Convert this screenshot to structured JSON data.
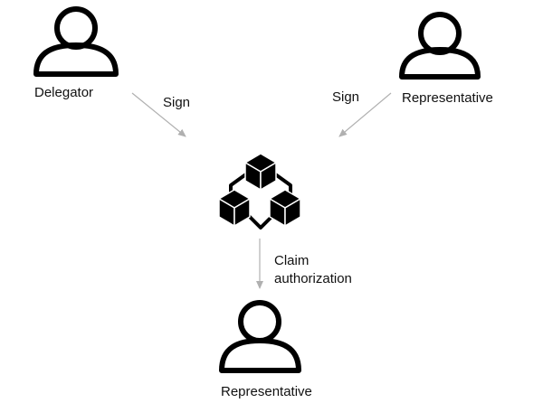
{
  "actors": {
    "delegator": "Delegator",
    "representative_top": "Representative",
    "representative_bottom": "Representative"
  },
  "edges": {
    "sign_left": "Sign",
    "sign_right": "Sign",
    "claim_line1": "Claim",
    "claim_line2": "authorization"
  },
  "icons": {
    "actor": "person-outline-icon",
    "center": "blockchain-cubes-icon",
    "arrow_color": "#b0b0b0",
    "stroke_color": "#000000"
  }
}
